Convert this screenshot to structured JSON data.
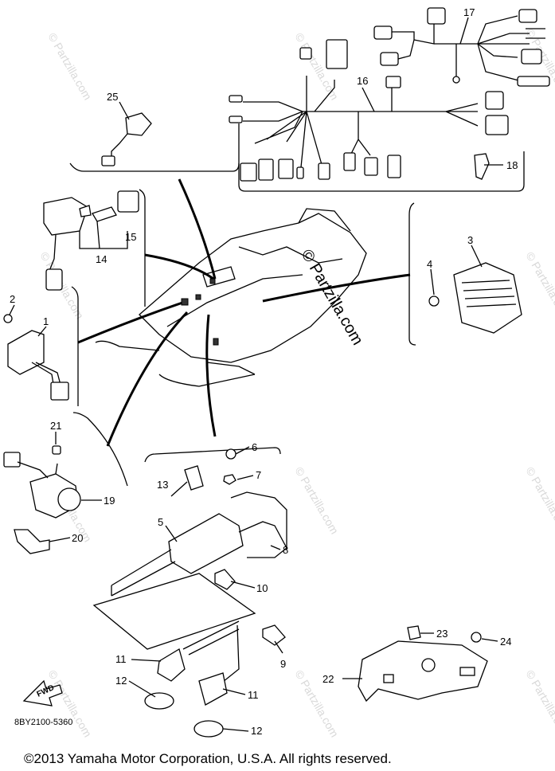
{
  "diagram": {
    "part_numbers": [
      "1",
      "2",
      "3",
      "4",
      "5",
      "6",
      "7",
      "8",
      "9",
      "10",
      "11",
      "11",
      "12",
      "12",
      "13",
      "14",
      "15",
      "16",
      "17",
      "18",
      "19",
      "20",
      "21",
      "22",
      "23",
      "24",
      "25"
    ],
    "diagram_code": "8BY2100-5360",
    "fwd_label": "FWD",
    "watermark_text": "© Partzilla.com",
    "copyright": "©2013  Yamaha Motor Corporation, U.S.A. All rights reserved."
  }
}
